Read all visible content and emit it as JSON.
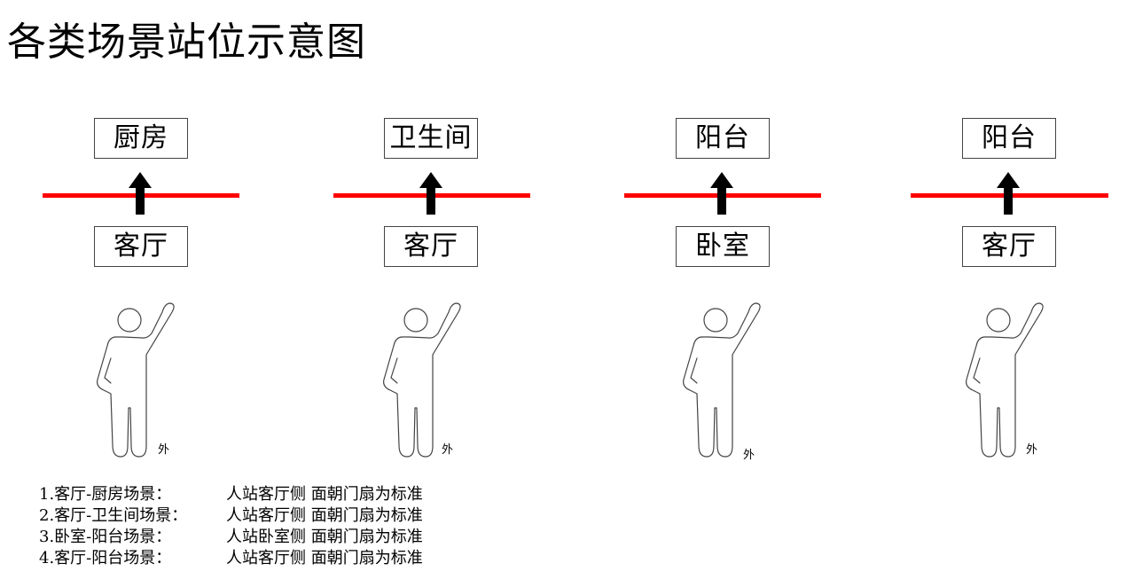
{
  "title": "各类场景站位示意图",
  "scenes": [
    {
      "top_room": "厨房",
      "bottom_room": "客厅",
      "outside_label": "外"
    },
    {
      "top_room": "卫生间",
      "bottom_room": "客厅",
      "outside_label": "外"
    },
    {
      "top_room": "阳台",
      "bottom_room": "卧室",
      "outside_label": "外"
    },
    {
      "top_room": "阳台",
      "bottom_room": "客厅",
      "outside_label": "外"
    }
  ],
  "notes": [
    {
      "scene": "1.客厅-厨房场景：",
      "rule": "人站客厅侧 面朝门扇为标准"
    },
    {
      "scene": "2.客厅-卫生间场景：",
      "rule": "人站客厅侧 面朝门扇为标准"
    },
    {
      "scene": "3.卧室-阳台场景：",
      "rule": "人站卧室侧 面朝门扇为标准"
    },
    {
      "scene": "4.客厅-阳台场景：",
      "rule": "人站客厅侧 面朝门扇为标准"
    }
  ],
  "colors": {
    "door_line": "#ff0000",
    "arrow": "#000000",
    "outline": "#444444"
  }
}
